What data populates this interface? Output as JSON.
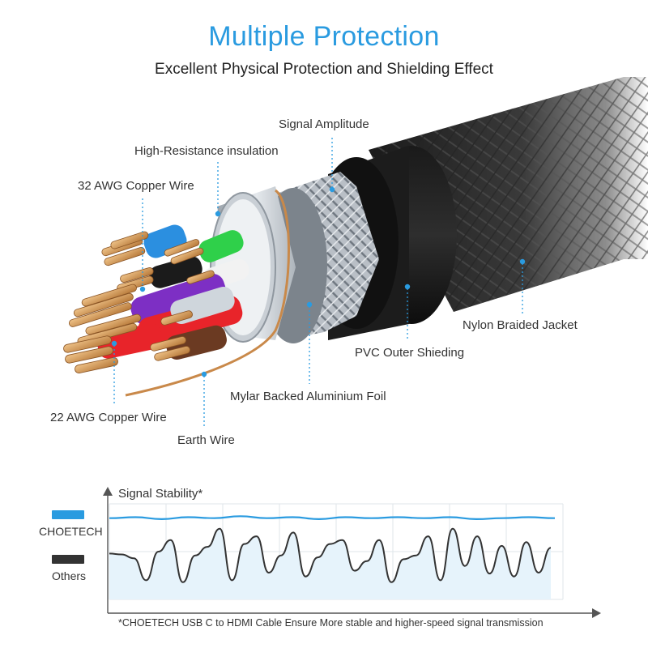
{
  "header": {
    "title": "Multiple Protection",
    "subtitle": "Excellent Physical Protection and Shielding Effect"
  },
  "callouts": {
    "signal_amplitude": "Signal Amplitude",
    "high_resistance": "High-Resistance insulation",
    "awg32": "32 AWG Copper Wire",
    "nylon_jacket": "Nylon Braided Jacket",
    "pvc_shielding": "PVC Outer Shieding",
    "mylar_foil": "Mylar Backed Aluminium Foil",
    "awg22": "22 AWG Copper Wire",
    "earth_wire": "Earth Wire"
  },
  "colors": {
    "accent": "#2a9be0",
    "choetech_line": "#2a9be0",
    "others_line": "#333333",
    "area_fill": "#e6f3fb"
  },
  "chart_data": {
    "type": "line",
    "title": "Signal Stability*",
    "legend": [
      {
        "name": "CHOETECH",
        "color": "#2a9be0"
      },
      {
        "name": "Others",
        "color": "#333333"
      }
    ],
    "series": [
      {
        "name": "CHOETECH",
        "values": [
          0.85,
          0.86,
          0.84,
          0.86,
          0.85,
          0.87,
          0.85,
          0.86,
          0.84,
          0.86,
          0.85,
          0.86,
          0.85,
          0.86,
          0.84,
          0.85,
          0.86,
          0.85
        ]
      },
      {
        "name": "Others",
        "values": [
          0.48,
          0.47,
          0.43,
          0.2,
          0.5,
          0.62,
          0.18,
          0.46,
          0.55,
          0.74,
          0.2,
          0.58,
          0.66,
          0.28,
          0.46,
          0.7,
          0.24,
          0.44,
          0.58,
          0.62,
          0.3,
          0.4,
          0.62,
          0.18,
          0.42,
          0.46,
          0.66,
          0.2,
          0.74,
          0.35,
          0.66,
          0.27,
          0.56,
          0.24,
          0.6,
          0.28,
          0.54
        ]
      }
    ],
    "grid": true,
    "legend_placement": "left"
  },
  "footnote": "*CHOETECH USB C to HDMI Cable Ensure More stable and higher-speed signal transmission"
}
